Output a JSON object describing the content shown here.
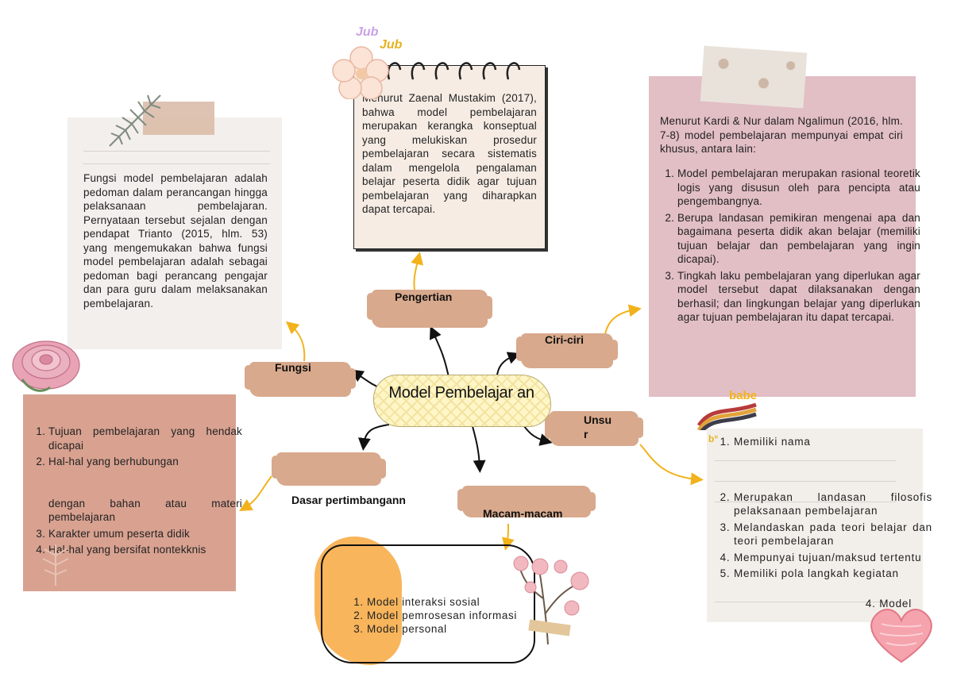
{
  "center": {
    "title": "Model Pembelajar an"
  },
  "nodes": {
    "pengertian": "Pengertian",
    "ciri": "Ciri-ciri",
    "fungsi": "Fungsi",
    "unsur_1": "Unsu",
    "unsur_2": "r",
    "dasar": "Dasar pertimbangann",
    "macam": "Macam-macam"
  },
  "stickers": {
    "jub": "Jub",
    "jub2": "Jub",
    "babe": "babe",
    "bo": "b°"
  },
  "pengertian_note": {
    "text": "Menurut Zaenal Mustakim (2017), bahwa model pembelajaran merupakan kerangka konseptual yang melukiskan prosedur pembelajaran secara sistematis dalam mengelola pengalaman belajar peserta didik agar tujuan pembelajaran yang diharapkan dapat tercapai."
  },
  "fungsi_note": {
    "text": "Fungsi model pembelajaran adalah pedoman dalam perancangan hingga pelaksanaan pembelajaran. Pernyataan tersebut sejalan dengan pendapat Trianto (2015, hlm. 53) yang mengemukakan bahwa fungsi model pembelajaran adalah sebagai pedoman bagi perancang pengajar dan para guru dalam melaksanakan pembelajaran."
  },
  "ciri_note": {
    "intro": "Menurut Kardi & Nur dalam Ngalimun (2016, hlm. 7-8) model pembelajaran mempunyai empat ciri khusus, antara lain:",
    "items": [
      "Model pembelajaran merupakan rasional teoretik logis yang disusun oleh para pencipta atau pengembangnya.",
      "Berupa landasan pemikiran mengenai apa dan bagaimana peserta didik akan belajar (memiliki tujuan belajar dan pembelajaran yang ingin dicapai).",
      "Tingkah laku pembelajaran yang diperlukan agar model tersebut dapat dilaksanakan dengan berhasil; dan lingkungan belajar yang diperlukan agar tujuan pembelajaran itu dapat tercapai."
    ]
  },
  "dasar_note": {
    "item1": "Tujuan pembelajaran yang hendak dicapai",
    "item2a": "Hal-hal yang berhubungan",
    "item2b": "dengan bahan atau materi pembelajaran",
    "item3": "Karakter umum peserta didik",
    "item4": "Hal-hal yang bersifat nontekknis"
  },
  "unsur_note": {
    "items": [
      "Memiliki nama",
      "Merupakan landasan filosofis pelaksanaan pembelajaran",
      "Melandaskan pada teori belajar dan teori pembelajaran",
      "Mempunyai tujuan/maksud tertentu",
      "Memiliki pola langkah kegiatan"
    ],
    "trailing": "4.  Model"
  },
  "macam_note": {
    "items": [
      "Model interaksi sosial",
      "Model pemrosesan informasi",
      "Model personal"
    ]
  }
}
